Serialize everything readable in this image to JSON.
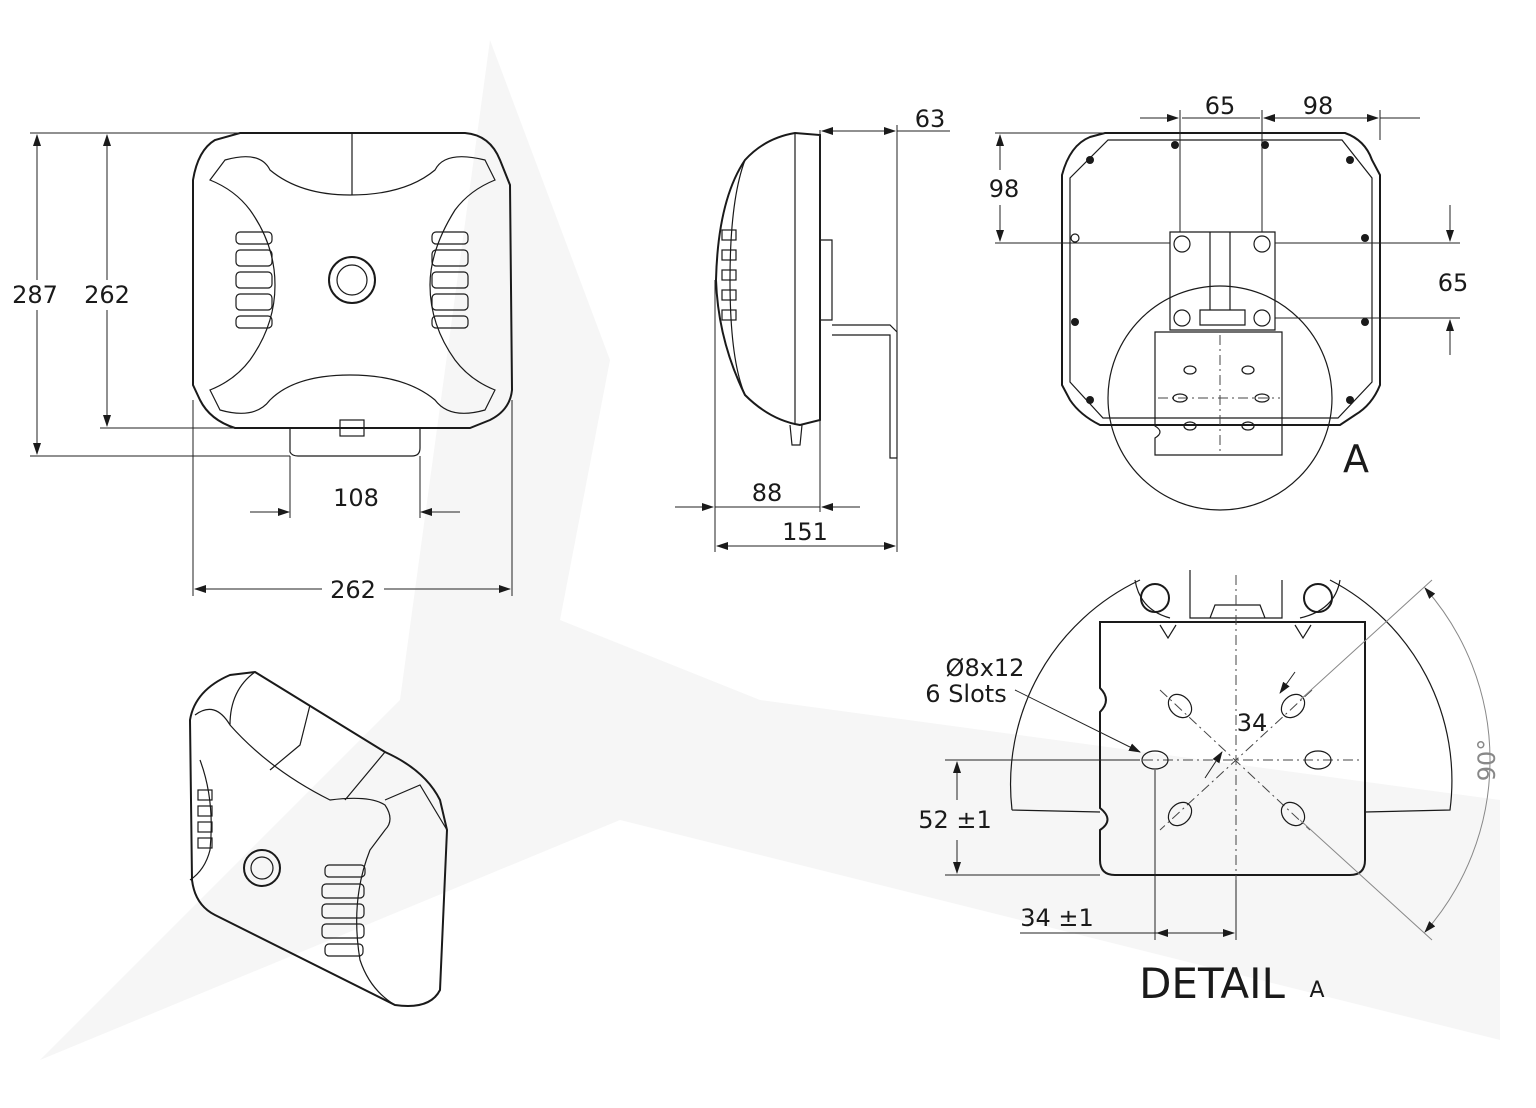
{
  "front_view": {
    "height_overall": "287",
    "height_body": "262",
    "bracket_width": "108",
    "width": "262"
  },
  "side_view": {
    "bracket_depth": "63",
    "body_depth": "88",
    "total_depth": "151"
  },
  "rear_view": {
    "hole_spacing_h": "65",
    "hole_offset_h": "98",
    "hole_offset_v": "98",
    "hole_spacing_v": "65",
    "detail_marker": "A"
  },
  "detail_view": {
    "slot_size": "Ø8x12",
    "slot_count": "6 Slots",
    "diag_dim": "34",
    "angle": "90°",
    "vertical_dim": "52 ±1",
    "horizontal_dim": "34 ±1",
    "title": "DETAIL",
    "title_suffix": "A"
  }
}
